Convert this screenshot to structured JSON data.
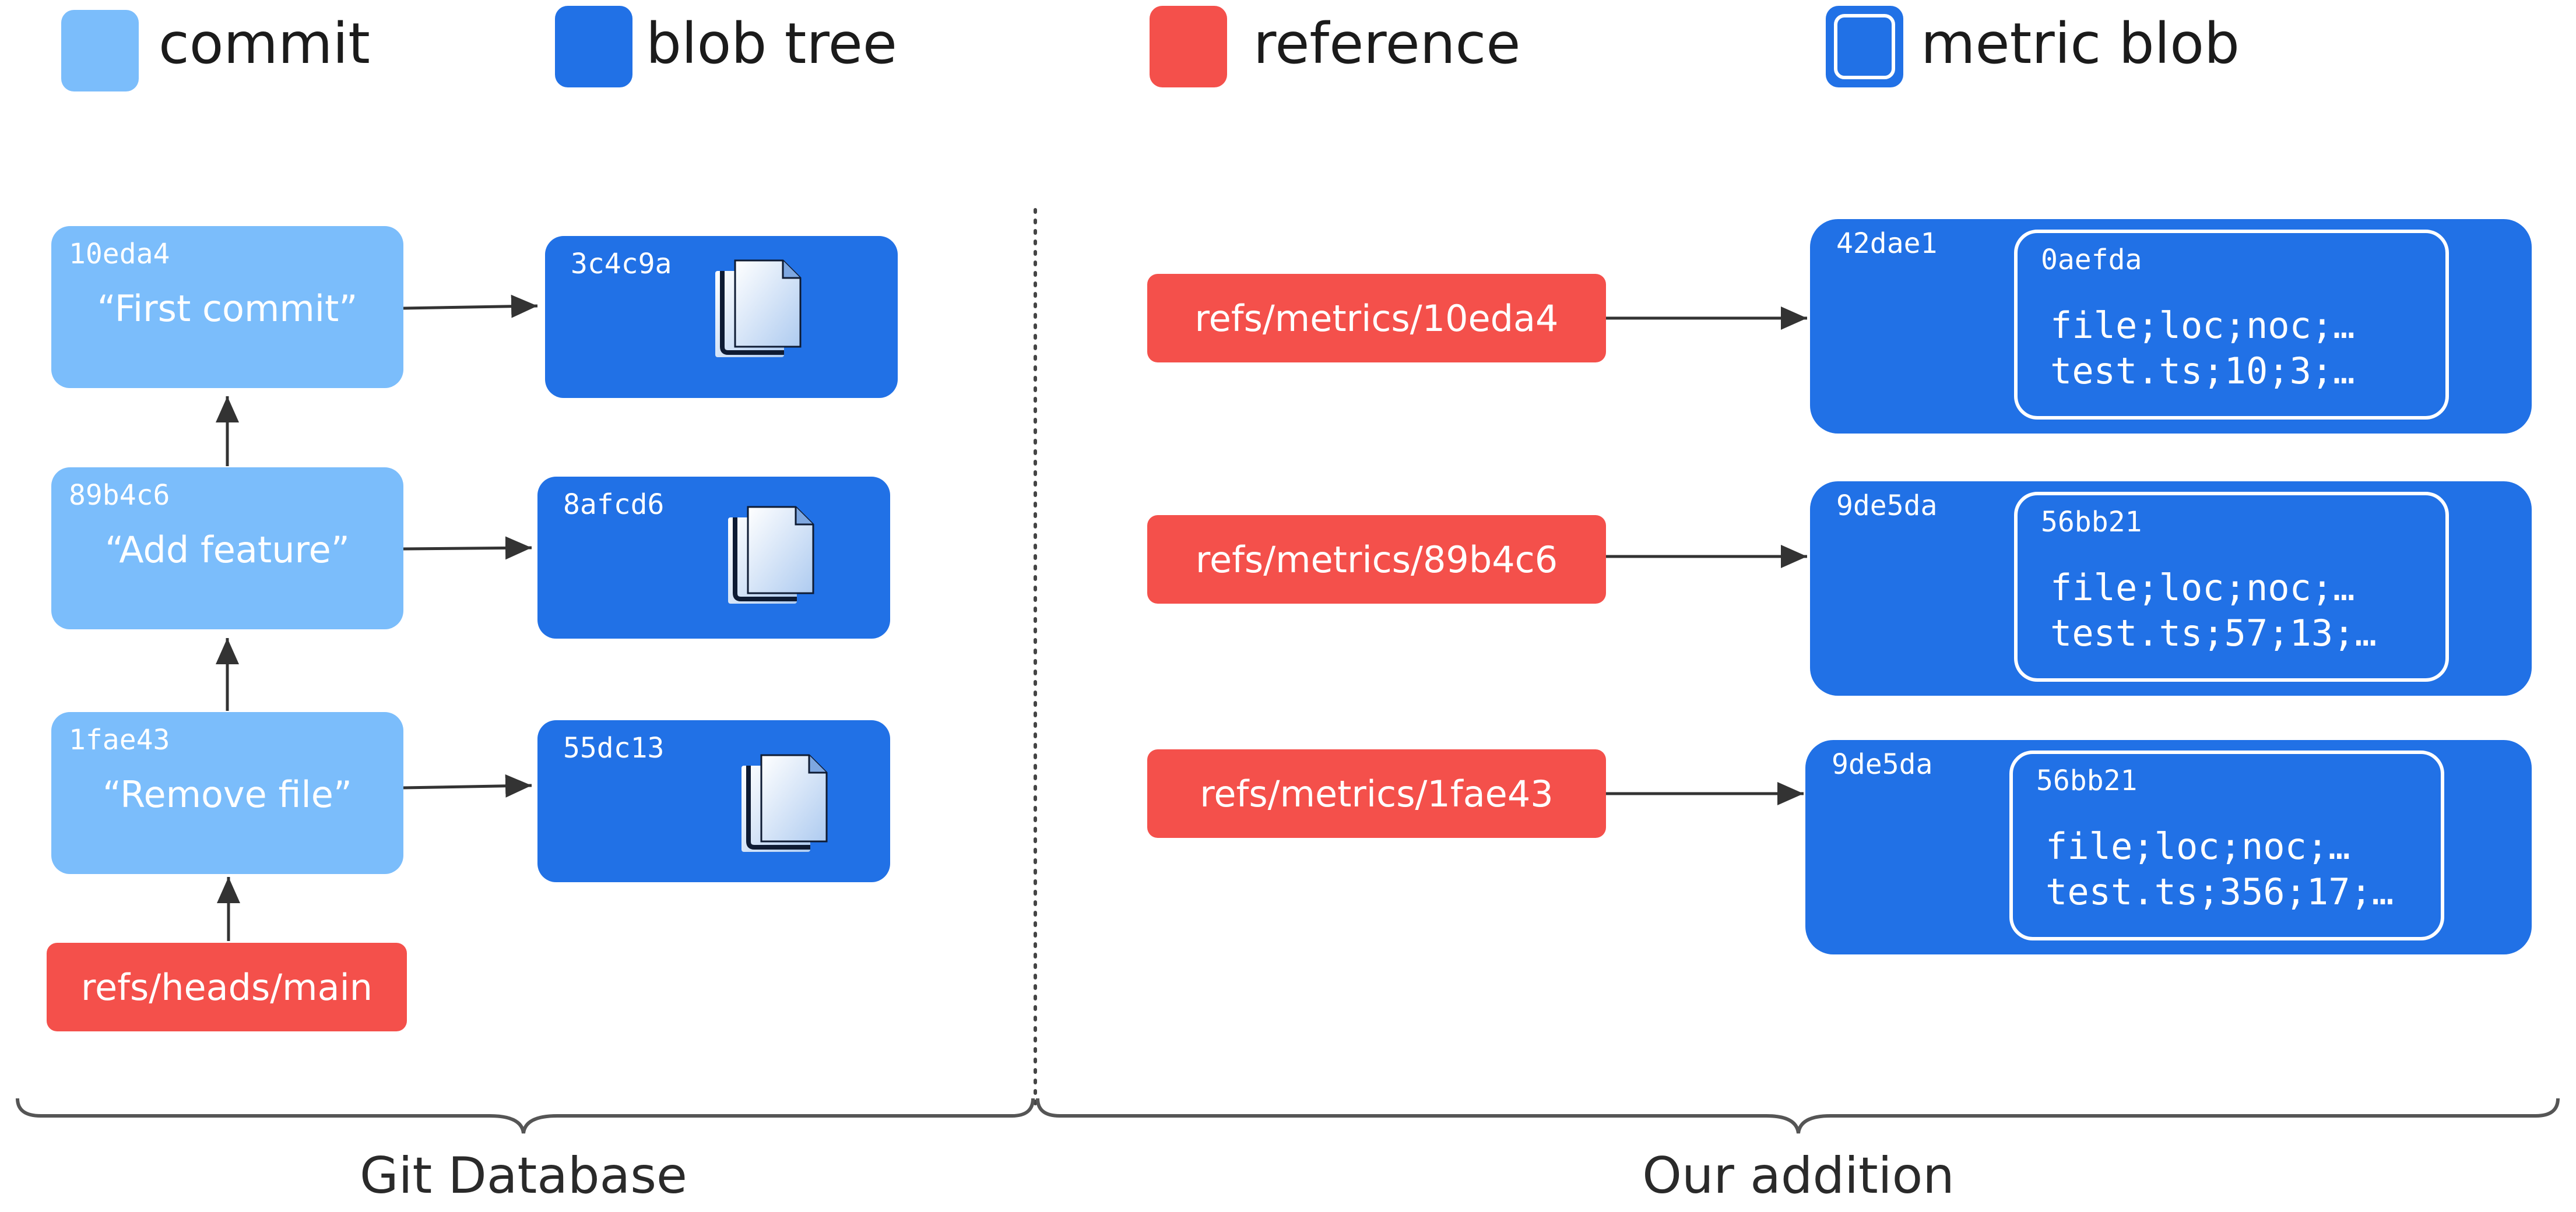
{
  "legend": [
    {
      "label": "commit",
      "color": "#7bbdfb",
      "icon": "commit-swatch"
    },
    {
      "label": "blob tree",
      "color": "#2171e6",
      "icon": "blob-tree-swatch"
    },
    {
      "label": "reference",
      "color": "#f4504b",
      "icon": "reference-swatch"
    },
    {
      "label": "metric blob",
      "color": "#2171e6",
      "icon": "metric-blob-swatch"
    }
  ],
  "git_database": {
    "label": "Git Database",
    "commits": [
      {
        "hash": "10eda4",
        "message": "“First commit”"
      },
      {
        "hash": "89b4c6",
        "message": "“Add feature”"
      },
      {
        "hash": "1fae43",
        "message": "“Remove file”"
      }
    ],
    "trees": [
      {
        "hash": "3c4c9a",
        "icon": "document-icon"
      },
      {
        "hash": "8afcd6",
        "icon": "document-icon"
      },
      {
        "hash": "55dc13",
        "icon": "document-icon"
      }
    ],
    "head_ref": "refs/heads/main"
  },
  "our_addition": {
    "label": "Our addition",
    "refs": [
      "refs/metrics/10eda4",
      "refs/metrics/89b4c6",
      "refs/metrics/1fae43"
    ],
    "trees": [
      {
        "hash": "42dae1",
        "blob_hash": "0aefda",
        "line1": "file;loc;noc;…",
        "line2": "test.ts;10;3;…"
      },
      {
        "hash": "9de5da",
        "blob_hash": "56bb21",
        "line1": "file;loc;noc;…",
        "line2": "test.ts;57;13;…"
      },
      {
        "hash": "9de5da",
        "blob_hash": "56bb21",
        "line1": "file;loc;noc;…",
        "line2": "test.ts;356;17;…"
      }
    ]
  },
  "colors": {
    "commit": "#7bbdfb",
    "blob": "#2171e6",
    "reference": "#f4504b",
    "connector": "#333333"
  }
}
